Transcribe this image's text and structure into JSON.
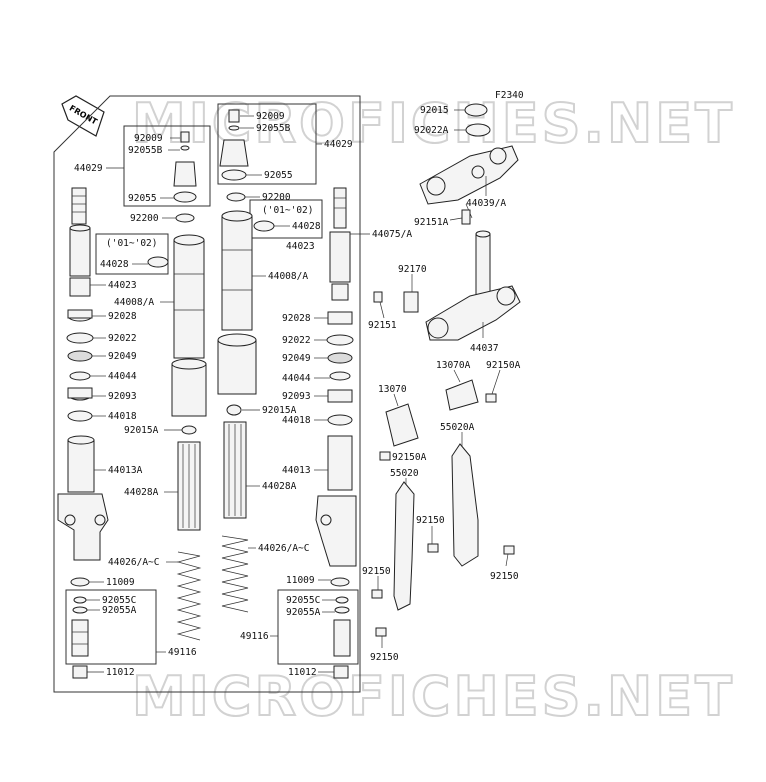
{
  "diagram_code": "F2340",
  "watermark": "MICROFICHES.NET",
  "front_badge": "FRONT",
  "labels": {
    "p44029_left": "44029",
    "p92009_l": "92009",
    "p92055B_l": "92055B",
    "p92055_l": "92055",
    "p92200_l": "92200",
    "p01_02_l": "('01~'02)",
    "p44028_l": "44028",
    "p44023_l": "44023",
    "p44008A_l": "44008/A",
    "p92028_l": "92028",
    "p92022_l": "92022",
    "p92049_l": "92049",
    "p44044_l": "44044",
    "p92093_l": "92093",
    "p44018_l": "44018",
    "p92015A_l": "92015A",
    "p44013A_l": "44013A",
    "p44028A_l": "44028A",
    "p44026_l": "44026/A~C",
    "p11009_l": "11009",
    "p92055C_l": "92055C",
    "p92055A_l": "92055A",
    "p49116_l": "49116",
    "p11012_l": "11012",
    "p92009_r": "92009",
    "p92055B_r": "92055B",
    "p44029_r": "44029",
    "p92055_r": "92055",
    "p92200_r": "92200",
    "p01_02_r": "('01~'02)",
    "p44028_r": "44028",
    "p44008A_r": "44008/A",
    "p44023_r": "44023",
    "p44075A": "44075/A",
    "p92028_r": "92028",
    "p92022_r": "92022",
    "p92049_r": "92049",
    "p44044_r": "44044",
    "p92093_r": "92093",
    "p92015A_r": "92015A",
    "p44018_r": "44018",
    "p44013_r": "44013",
    "p44028A_r": "44028A",
    "p44026_r": "44026/A~C",
    "p11009_r": "11009",
    "p92055C_r": "92055C",
    "p92055A_r": "92055A",
    "p49116_r": "49116",
    "p11012_r": "11012",
    "p92015": "92015",
    "p92022A": "92022A",
    "p44039A": "44039/A",
    "p92151A": "92151A",
    "p92170": "92170",
    "p92151": "92151",
    "p44037": "44037",
    "p13070A": "13070A",
    "p92150A_t": "92150A",
    "p13070": "13070",
    "p92150A_b": "92150A",
    "p55020A": "55020A",
    "p55020": "55020",
    "p92150_a": "92150",
    "p92150_b": "92150",
    "p92150_c": "92150",
    "p92150_d": "92150"
  }
}
